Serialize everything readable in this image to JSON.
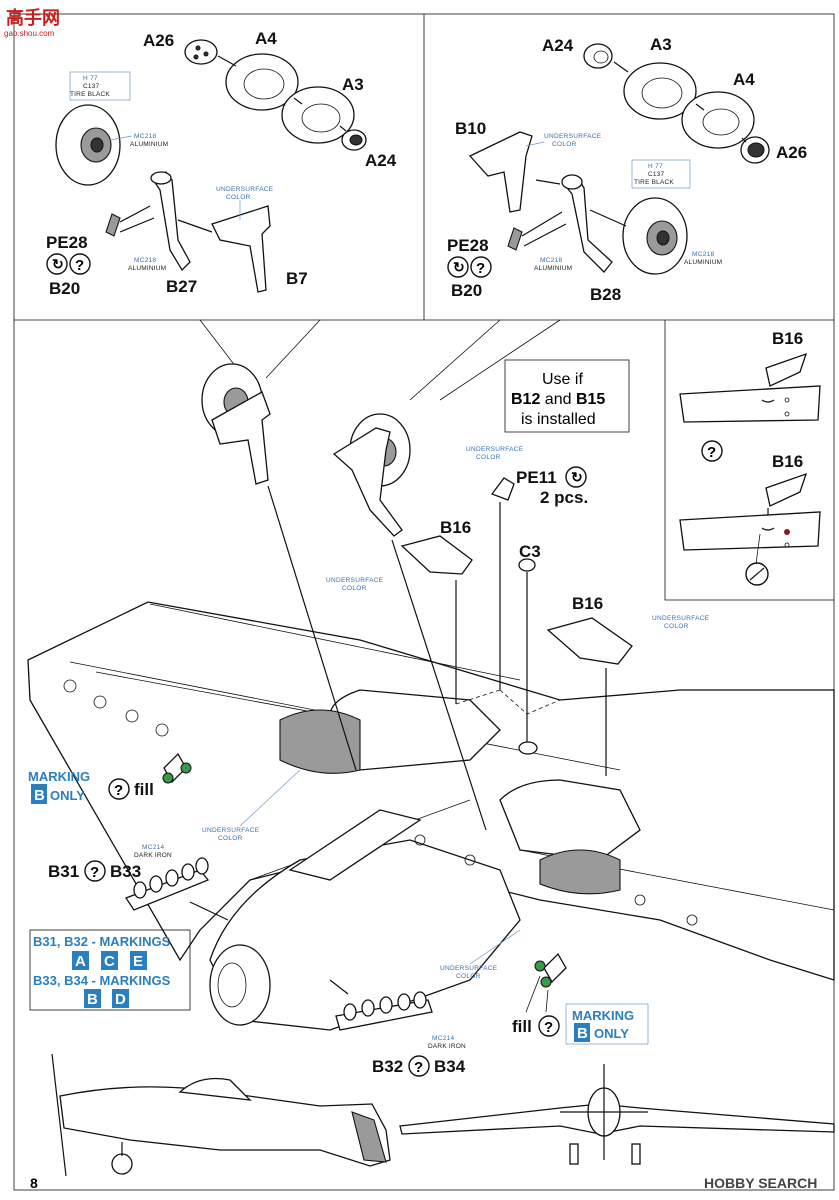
{
  "logo": {
    "text": "高手网",
    "sub": "gao.shou.com"
  },
  "watermark": "HOBBY SEARCH",
  "page_number": "8",
  "panel_left": {
    "part_a26": "A26",
    "part_a4": "A4",
    "part_a3": "A3",
    "part_a24": "A24",
    "part_pe28": "PE28",
    "part_b20": "B20",
    "part_b27": "B27",
    "part_b7": "B7",
    "tire_code": "H 77",
    "tire_code2": "C137",
    "tire_color": "TIRE BLACK",
    "hub_code": "MC218",
    "hub_color": "ALUMINIUM",
    "leg_code": "MC218",
    "leg_color": "ALUMINIUM",
    "cover_color1": "UNDERSURFACE",
    "cover_color2": "COLOR"
  },
  "panel_right": {
    "part_a24": "A24",
    "part_a3": "A3",
    "part_a4": "A4",
    "part_a26": "A26",
    "part_b10": "B10",
    "part_pe28": "PE28",
    "part_b20": "B20",
    "part_b28": "B28",
    "tire_code": "H 77",
    "tire_code2": "C137",
    "tire_color": "TIRE BLACK",
    "hub_code": "MC218",
    "hub_color": "ALUMINIUM",
    "leg_code": "MC218",
    "leg_color": "ALUMINIUM",
    "cover_color1": "UNDERSURFACE",
    "cover_color2": "COLOR"
  },
  "note": {
    "line1": "Use if",
    "line2_a": "B12",
    "line2_b": " and ",
    "line2_c": "B15",
    "line3": "is installed"
  },
  "option_panel": {
    "part_b16_top": "B16",
    "part_b16_bottom": "B16"
  },
  "main": {
    "pe11": "PE11",
    "pe11_qty": "2 pcs.",
    "b16_left": "B16",
    "c3": "C3",
    "b16_right": "B16",
    "uc1": "UNDERSURFACE",
    "uc2": "COLOR",
    "marking_left_word": "MARKING",
    "marking_left_letter": "B",
    "marking_left_only": "ONLY",
    "fill_left": "fill",
    "mc214_top": "MC214",
    "darkiron_top": "DARK IRON",
    "b31": "B31",
    "b33": "B33",
    "markings_1": "B31, B32 - MARKINGS",
    "markings_1_letters": [
      "A",
      "C",
      "E"
    ],
    "markings_2": "B33, B34 - MARKINGS",
    "markings_2_letters": [
      "B",
      "D"
    ],
    "fill_right": "fill",
    "marking_right_word": "MARKING",
    "marking_right_letter": "B",
    "marking_right_only": "ONLY",
    "mc214_bottom": "MC214",
    "darkiron_bottom": "DARK IRON",
    "b32": "B32",
    "b34": "B34"
  },
  "symbols": {
    "question": "?",
    "flip": "↻"
  }
}
